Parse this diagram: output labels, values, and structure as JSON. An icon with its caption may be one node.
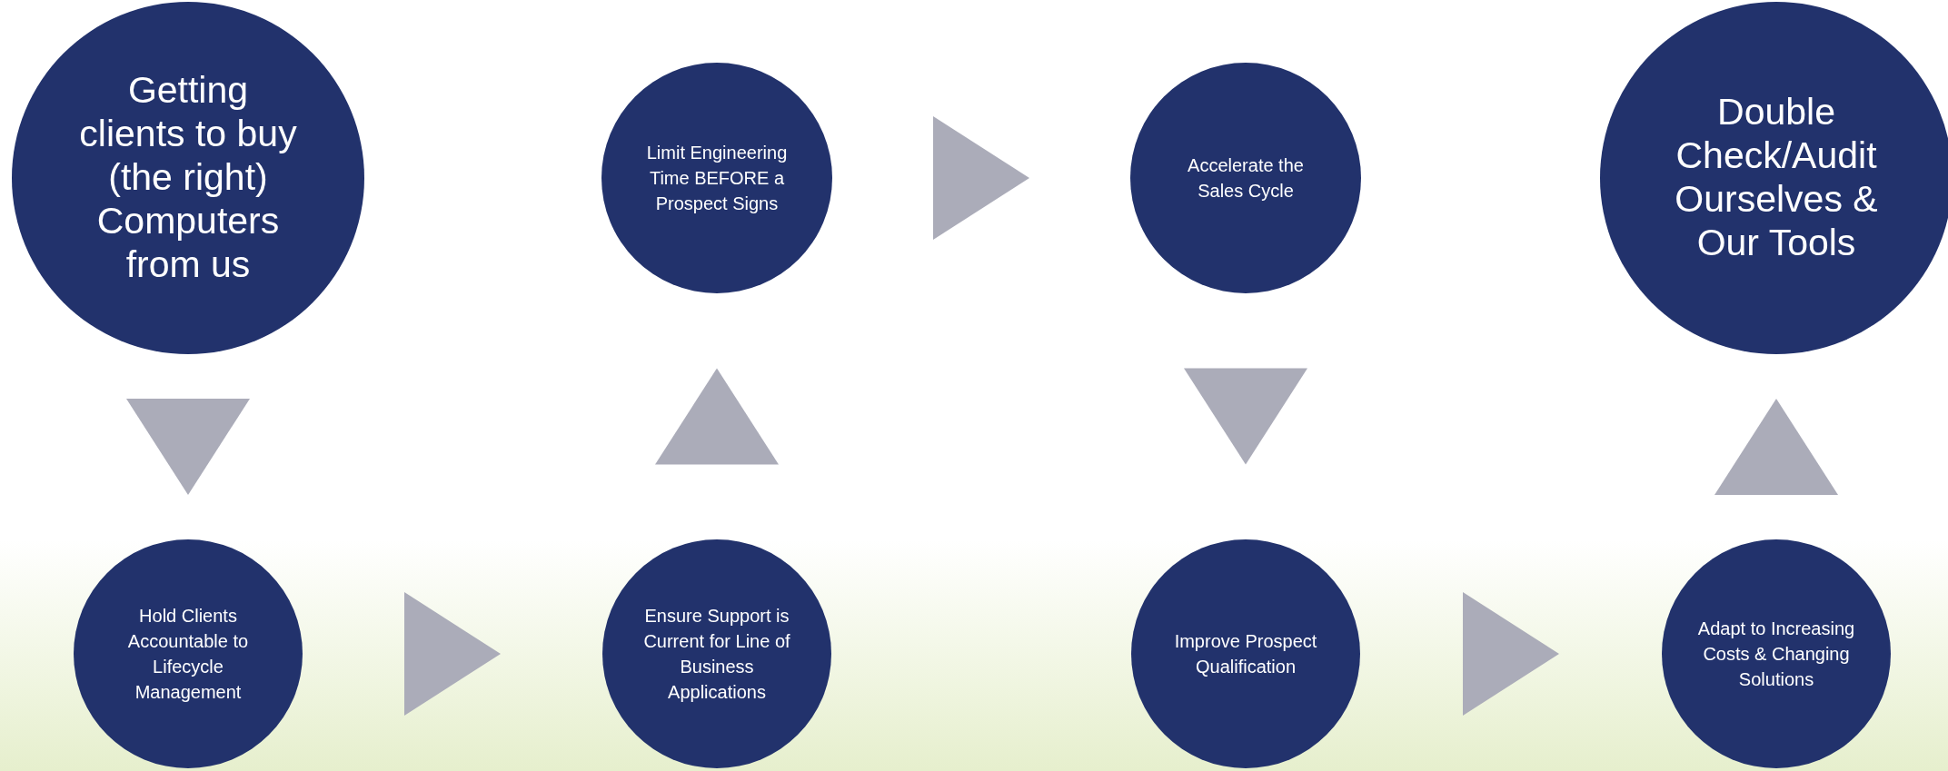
{
  "diagram": {
    "nodes": [
      {
        "text": [
          "Getting clients to buy (the right) Computers from us"
        ]
      },
      {
        "text": [
          "Hold Clients Accountable to Lifecycle Management"
        ]
      },
      {
        "text": [
          "Ensure Support is Current for Line of Business Applications"
        ]
      },
      {
        "text": [
          "Limit Engineering Time BEFORE a Prospect Signs"
        ]
      },
      {
        "text": [
          "Accelerate the Sales Cycle"
        ]
      },
      {
        "text": [
          "Improve Prospect Qualification"
        ]
      },
      {
        "text": [
          "Adapt to Increasing Costs & Changing Solutions"
        ]
      },
      {
        "text": [
          "Double Check/Audit Ourselves & Our Tools"
        ]
      }
    ],
    "edges": [
      {
        "from": 0,
        "to": 1,
        "arrow": "to"
      },
      {
        "from": 1,
        "to": 2,
        "arrow": "to"
      },
      {
        "from": 2,
        "to": 3,
        "arrow": "to"
      },
      {
        "from": 3,
        "to": 4,
        "arrow": "to"
      },
      {
        "from": 4,
        "to": 5,
        "arrow": "to"
      },
      {
        "from": 5,
        "to": 6,
        "arrow": "to"
      },
      {
        "from": 6,
        "to": 7,
        "arrow": "to"
      }
    ]
  }
}
